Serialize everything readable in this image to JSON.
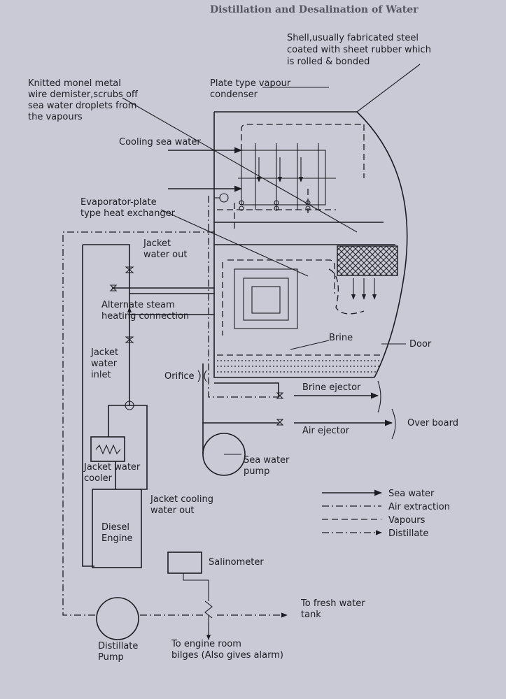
{
  "page_header": "Distillation and Desalination of Water",
  "labels": {
    "shell": [
      "Shell,usually fabricated steel",
      "coated with sheet rubber which",
      "is rolled & bonded"
    ],
    "demister": [
      "Knitted monel metal",
      "wire demister,scrubs off",
      "sea water droplets from",
      "the vapours"
    ],
    "condenser": [
      "Plate type vapour",
      "condenser"
    ],
    "cooling_sea_water": "Cooling sea water",
    "evaporator": [
      "Evaporator-plate",
      "type heat exchanger"
    ],
    "jacket_water_out": [
      "Jacket",
      "water out"
    ],
    "alternate_steam": [
      "Alternate steam",
      "heating connection"
    ],
    "brine": "Brine",
    "door": "Door",
    "jacket_water_inlet": [
      "Jacket",
      "water",
      "inlet"
    ],
    "orifice": "Orifice",
    "brine_ejector": "Brine ejector",
    "air_ejector": "Air ejector",
    "over_board": "Over board",
    "sea_water_pump": [
      "Sea water",
      "pump"
    ],
    "jacket_water_cooler": [
      "Jacket water",
      "cooler"
    ],
    "jacket_cooling_water_out": [
      "Jacket cooling",
      "water out"
    ],
    "diesel_engine": [
      "Diesel",
      "Engine"
    ],
    "salinometer": "Salinometer",
    "fresh_water_tank": [
      "To fresh water",
      "tank"
    ],
    "distillate_pump": [
      "Distillate",
      "Pump"
    ],
    "bilges": [
      "To engine room",
      "bilges (Also gives alarm)"
    ]
  },
  "legend": [
    {
      "label": "Sea water",
      "style": "solid-arrow"
    },
    {
      "label": "Air extraction",
      "style": "dash-dot"
    },
    {
      "label": "Vapours",
      "style": "dashed"
    },
    {
      "label": "Distillate",
      "style": "dash-dot-arrow"
    }
  ],
  "colors": {
    "paper": "#c9cad6",
    "ink": "#1c1c22"
  }
}
